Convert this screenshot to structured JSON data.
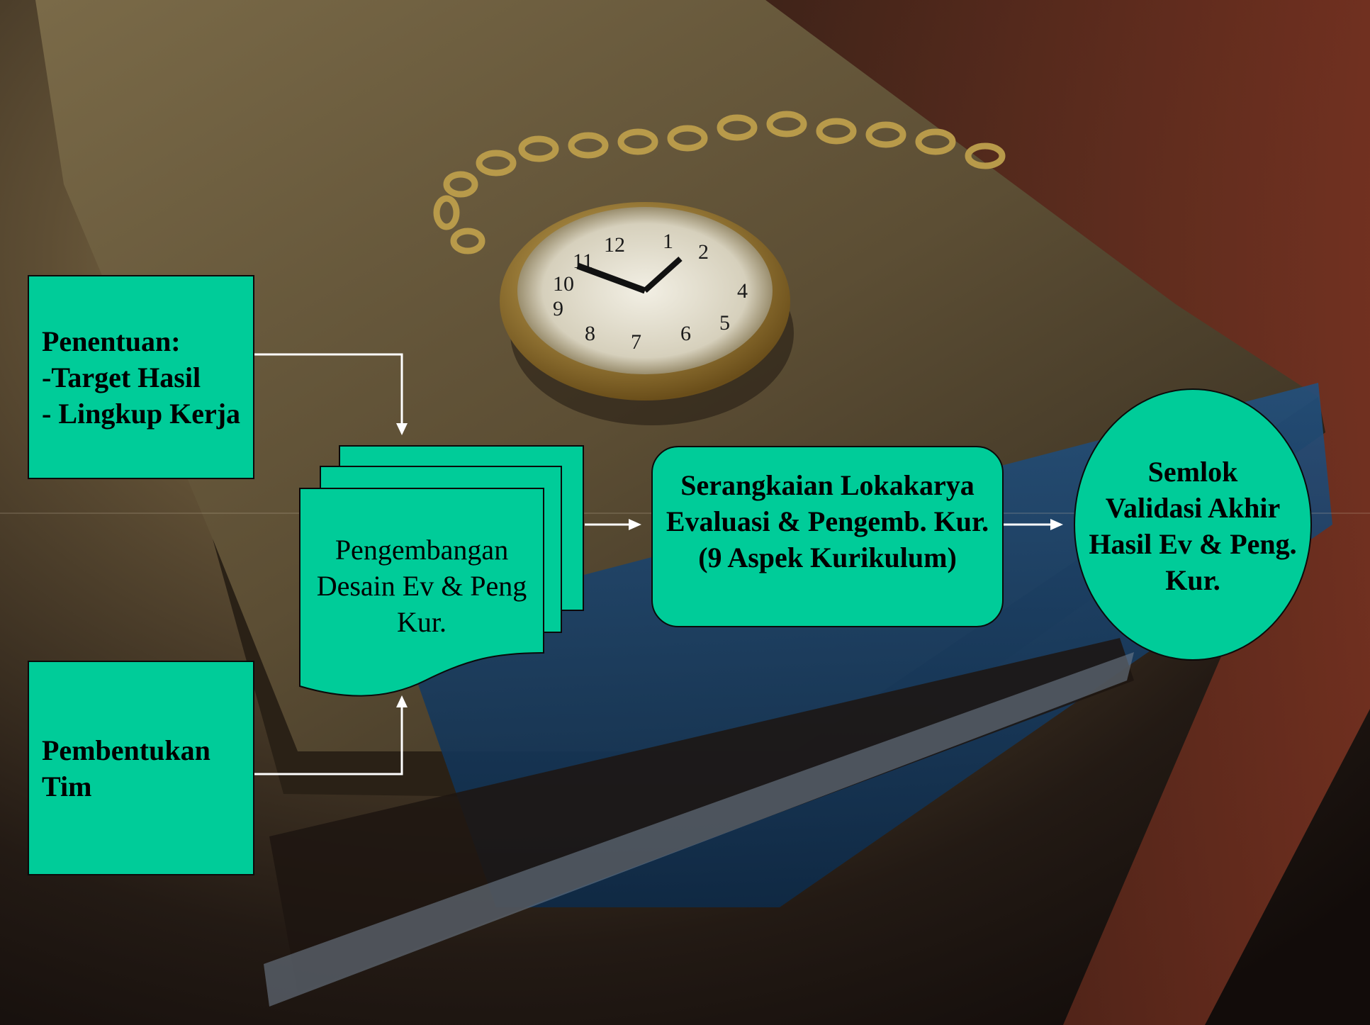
{
  "colors": {
    "node_fill": "#00cc99",
    "node_border": "#0a0a0a",
    "connector": "#ffffff"
  },
  "nodes": {
    "penentuan": {
      "lines": [
        "Penentuan:",
        "-Target Hasil",
        "- Lingkup Kerja"
      ]
    },
    "pembentukan": {
      "lines": [
        "Pembentukan",
        "Tim"
      ]
    },
    "pengembangan": {
      "lines": [
        "Pengembangan",
        "Desain Ev & Peng",
        "Kur."
      ]
    },
    "serangkaian": {
      "lines": [
        "Serangkaian Lokakarya",
        "Evaluasi & Pengemb. Kur.",
        "(9 Aspek Kurikulum)"
      ]
    },
    "semlok": {
      "lines": [
        "Semlok",
        "Validasi Akhir",
        "Hasil Ev & Peng.",
        "Kur."
      ]
    }
  }
}
